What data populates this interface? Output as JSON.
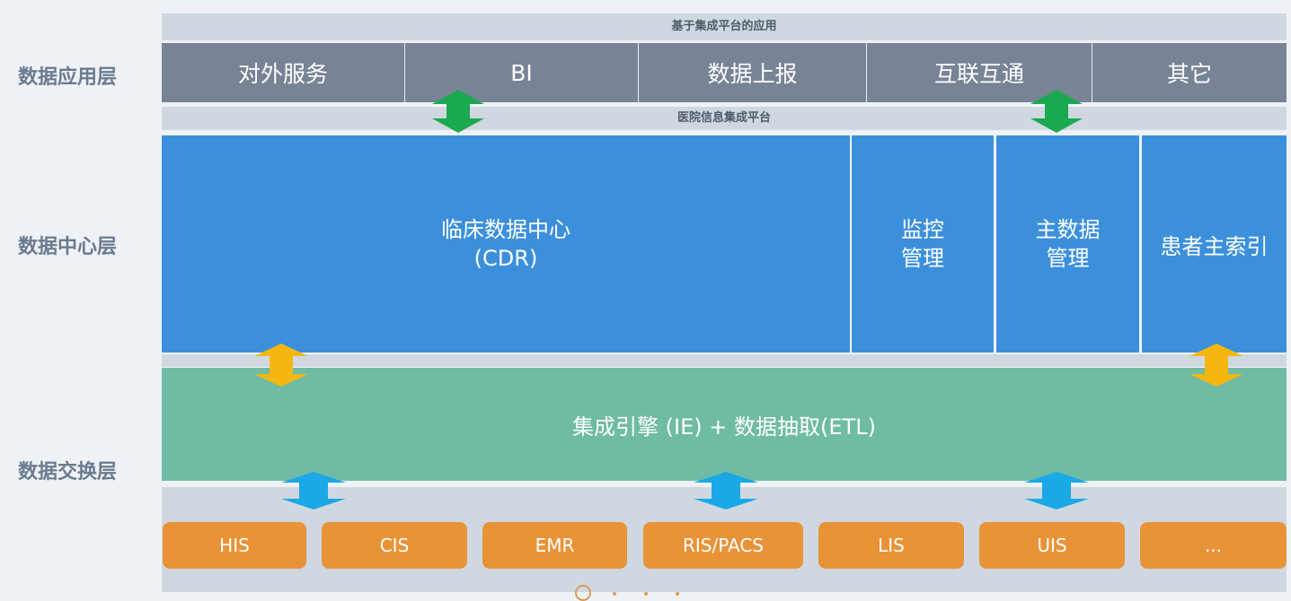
{
  "layers": {
    "application": "数据应用层",
    "center": "数据中心层",
    "exchange": "数据交换层"
  },
  "top_bar_title": "基于集成平台的应用",
  "apps": [
    "对外服务",
    "BI",
    "数据上报",
    "互联互通",
    "其它"
  ],
  "platform_title": "医院信息集成平台",
  "cdr": {
    "line1": "临床数据中心",
    "line2": "(CDR)"
  },
  "monitor": {
    "line1": "监控",
    "line2": "管理"
  },
  "mdm": {
    "line1": "主数据",
    "line2": "管理"
  },
  "empi": "患者主索引",
  "engine": "集成引擎 (IE) + 数据抽取(ETL)",
  "systems": [
    "HIS",
    "CIS",
    "EMR",
    "RIS/PACS",
    "LIS",
    "UIS",
    "..."
  ],
  "colors": {
    "app_gray": "#788496",
    "bar_gray": "#cfd8e1",
    "blue": "#3c90db",
    "green": "#6fbba4",
    "orange": "#e99338",
    "arrow_green": "#1aa850",
    "arrow_yellow": "#f5b70d",
    "arrow_cyan": "#1aa8e6"
  }
}
